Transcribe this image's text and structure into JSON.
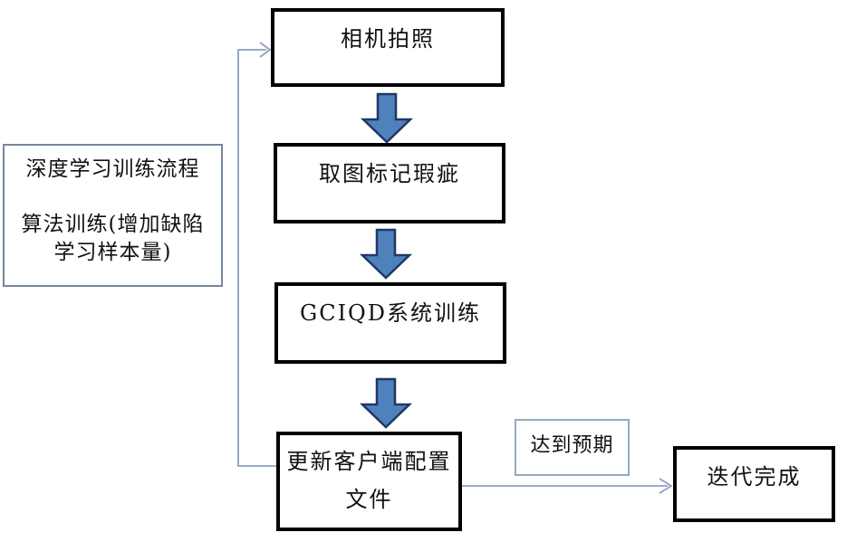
{
  "diagram": {
    "type": "flowchart",
    "nodes": {
      "camera": {
        "label": "相机拍照"
      },
      "mark_defects": {
        "label": "取图标记瑕疵"
      },
      "gciqd_training": {
        "label": "GCIQD系统训练"
      },
      "update_client": {
        "line1": "更新客户端配置",
        "line2": "文件"
      },
      "iteration_done": {
        "label": "迭代完成"
      }
    },
    "side_note": {
      "line1": "深度学习训练流程",
      "line2": "算法训练(增加缺陷",
      "line3": "学习样本量)"
    },
    "edge_labels": {
      "reach_expectation": "达到预期"
    },
    "icons": {
      "flow_step_arrow": "block-down-arrow-icon",
      "connector_head": "open-arrowhead-icon"
    },
    "colors": {
      "block_arrow_fill": "#4f81bd",
      "block_arrow_stroke": "#1f3864",
      "connector_line": "#8ba0bf",
      "flow_box_border": "#000000",
      "note_box_border": "#76879e",
      "expect_box_border": "#93a9c4",
      "background": "#ffffff"
    }
  }
}
